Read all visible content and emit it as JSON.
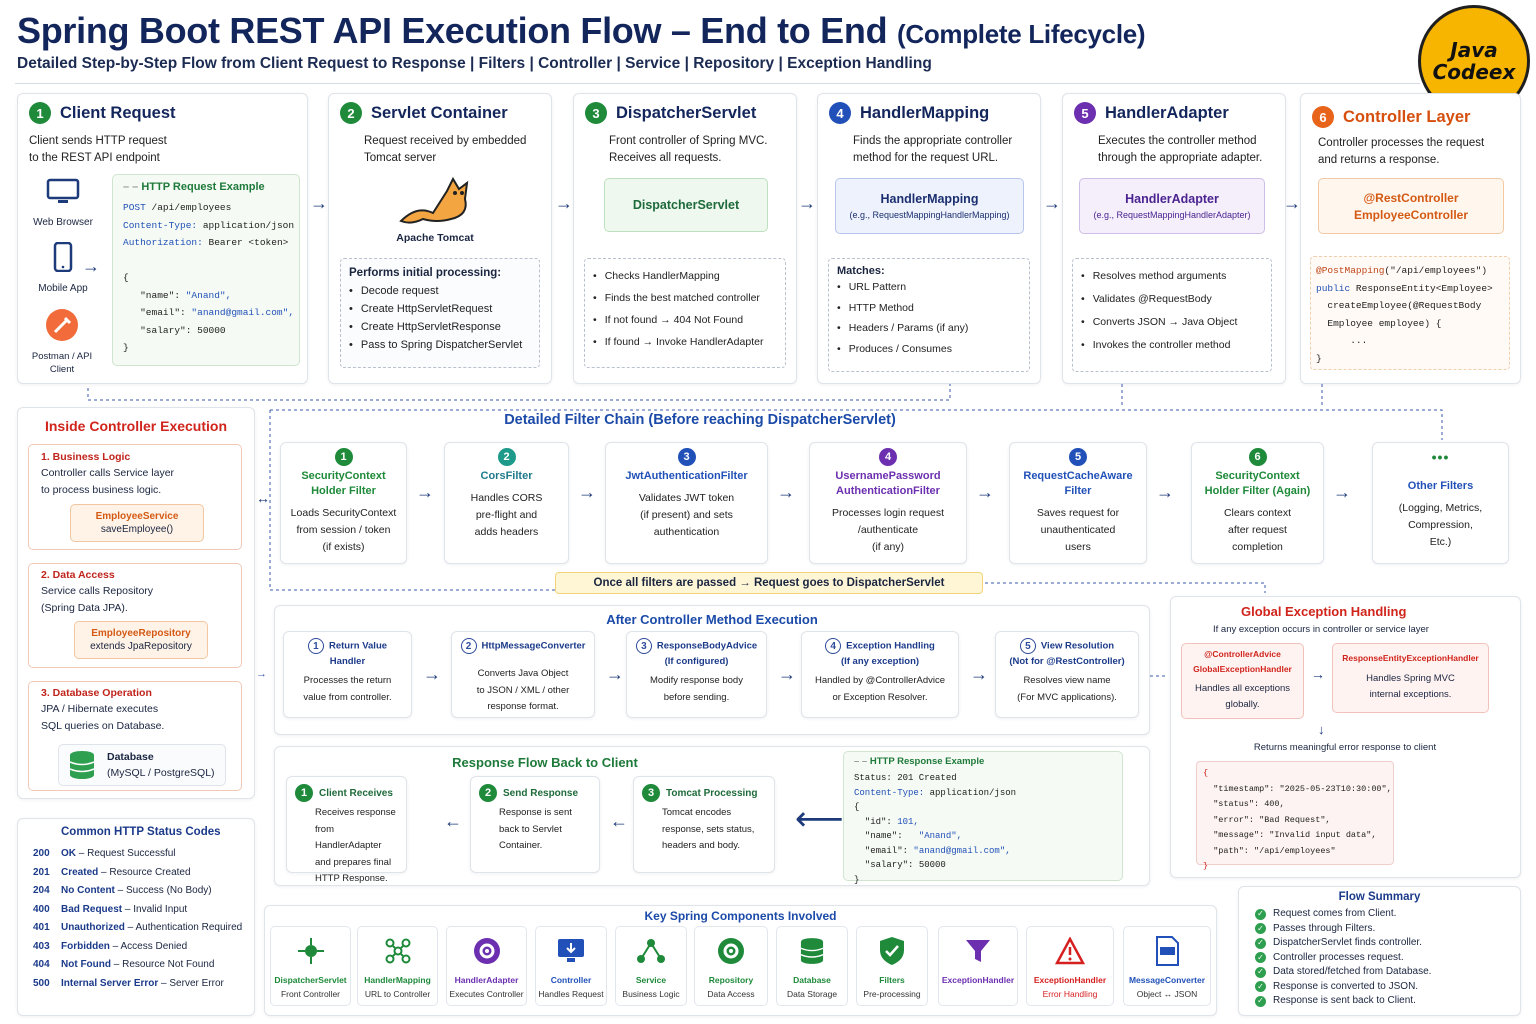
{
  "header": {
    "title_main": "Spring Boot REST API Execution Flow – End to End",
    "title_paren": "(Complete Lifecycle)",
    "subtitle": "Detailed Step-by-Step Flow from Client Request to Response | Filters  |  Controller  |  Service | Repository   |   Exception Handling",
    "logo_line1": "Java",
    "logo_line2": "Codeex"
  },
  "steps": [
    {
      "num": "1",
      "title": "Client Request",
      "desc1": "Client sends HTTP request",
      "desc2": "to the REST API endpoint",
      "color": "#1e8a3a"
    },
    {
      "num": "2",
      "title": "Servlet Container",
      "desc1": "Request received by embedded",
      "desc2": "Tomcat server",
      "color": "#1e8a3a"
    },
    {
      "num": "3",
      "title": "DispatcherServlet",
      "desc1": "Front controller of Spring MVC.",
      "desc2": "Receives all requests.",
      "color": "#1e8a3a"
    },
    {
      "num": "4",
      "title": "HandlerMapping",
      "desc1": "Finds the appropriate controller",
      "desc2": "method for the request URL.",
      "color": "#2151b8"
    },
    {
      "num": "5",
      "title": "HandlerAdapter",
      "desc1": "Executes the controller method",
      "desc2": "through the appropriate adapter.",
      "color": "#6b2fb0"
    },
    {
      "num": "6",
      "title": "Controller Layer",
      "desc1": "Controller processes the request",
      "desc2": "and returns a response.",
      "color": "#e8641a"
    }
  ],
  "client": {
    "devices": [
      "Web Browser",
      "Mobile App",
      "Postman / API Client"
    ],
    "example_title": "HTTP Request Example",
    "line1_method": "POST",
    "line1_path": " /api/employees",
    "line2_key": "Content-Type:",
    "line2_val": " application/json",
    "line3_key": "Authorization:",
    "line3_val": " Bearer <token>",
    "json_open": "{",
    "name_key": "\"name\": ",
    "name_val": "\"Anand\",",
    "email_key": "\"email\": ",
    "email_val": "\"anand@gmail.com\",",
    "salary_key": "\"salary\": ",
    "salary_val": "50000",
    "json_close": "}"
  },
  "servlet": {
    "tomcat_label": "Apache Tomcat",
    "proc_title": "Performs initial processing:",
    "items": [
      "Decode request",
      "Create HttpServletRequest",
      "Create HttpServletResponse",
      "Pass to Spring DispatcherServlet"
    ]
  },
  "dispatcher": {
    "box": "DispatcherServlet",
    "items": [
      "Checks HandlerMapping",
      "Finds the best matched controller",
      "If not found → 404 Not Found",
      "If found → Invoke HandlerAdapter"
    ]
  },
  "mapping": {
    "box_title": "HandlerMapping",
    "box_sub": "(e.g., RequestMappingHandlerMapping)",
    "matches": "Matches:",
    "items": [
      "URL Pattern",
      "HTTP Method",
      "Headers / Params (if any)",
      "Produces / Consumes"
    ]
  },
  "adapter": {
    "box_title": "HandlerAdapter",
    "box_sub": "(e.g., RequestMappingHandlerAdapter)",
    "items": [
      "Resolves method arguments",
      "Validates @RequestBody",
      "Converts JSON → Java Object",
      "Invokes the controller method"
    ]
  },
  "controller": {
    "box1": "@RestController",
    "box2": "EmployeeController",
    "code1a": "@PostMapping",
    "code1b": "(\"/api/employees\")",
    "code2a": "public",
    "code2b": " ResponseEntity<Employee>",
    "code3": "  createEmployee(@RequestBody",
    "code4": "  Employee employee) {",
    "code5": "      ...",
    "code6": "}"
  },
  "inside": {
    "title": "Inside Controller Execution",
    "s1_title": "1. Business Logic",
    "s1_d1": "Controller calls Service layer",
    "s1_d2": "to process business logic.",
    "s1_box1": "EmployeeService",
    "s1_box2": "saveEmployee()",
    "s2_title": "2. Data Access",
    "s2_d1": "Service calls Repository",
    "s2_d2": "(Spring Data JPA).",
    "s2_box1": "EmployeeRepository",
    "s2_box2": "extends JpaRepository",
    "s3_title": "3. Database Operation",
    "s3_d1": "JPA / Hibernate executes",
    "s3_d2": "SQL queries on Database.",
    "db1": "Database",
    "db2": "(MySQL / PostgreSQL)"
  },
  "filters": {
    "title": "Detailed Filter Chain (Before reaching DispatcherServlet)",
    "items": [
      {
        "num": "1",
        "t1": "SecurityContext",
        "t2": "Holder Filter",
        "d1": "Loads SecurityContext",
        "d2": "from session / token",
        "d3": "(if exists)",
        "color": "#1e8a3a",
        "tc": "#1e8a3a"
      },
      {
        "num": "2",
        "t1": "CorsFilter",
        "t2": "",
        "d1": "Handles CORS",
        "d2": "pre-flight and",
        "d3": "adds headers",
        "color": "#1e9a8a",
        "tc": "#1e7a8a"
      },
      {
        "num": "3",
        "t1": "JwtAuthenticationFilter",
        "t2": "",
        "d1": "Validates JWT token",
        "d2": "(if present) and sets",
        "d3": "authentication",
        "color": "#2151b8",
        "tc": "#2151b8"
      },
      {
        "num": "4",
        "t1": "UsernamePassword",
        "t2": "AuthenticationFilter",
        "d1": "Processes login request",
        "d2": "/authenticate",
        "d3": "(if any)",
        "color": "#6b2fb0",
        "tc": "#6b2fb0"
      },
      {
        "num": "5",
        "t1": "RequestCacheAware",
        "t2": "Filter",
        "d1": "Saves request for",
        "d2": "unauthenticated",
        "d3": "users",
        "color": "#2151b8",
        "tc": "#2151b8"
      },
      {
        "num": "6",
        "t1": "SecurityContext",
        "t2": "Holder Filter (Again)",
        "d1": "Clears context",
        "d2": "after request",
        "d3": "completion",
        "color": "#1e8a3a",
        "tc": "#1e8a3a"
      },
      {
        "num": "•••",
        "t1": "Other Filters",
        "t2": "",
        "d1": "(Logging, Metrics,",
        "d2": "Compression,",
        "d3": "Etc.)",
        "color": "#ffffff",
        "tc": "#2151b8"
      }
    ],
    "passed": "Once all filters are passed → Request goes to DispatcherServlet"
  },
  "after": {
    "title": "After Controller Method Execution",
    "items": [
      {
        "num": "1",
        "t1": "Return Value",
        "t2": "Handler",
        "d1": "Processes the return",
        "d2": "value from controller."
      },
      {
        "num": "2",
        "t1": "HttpMessageConverter",
        "t2": "",
        "d1": "Converts Java Object",
        "d2": "to JSON / XML / other",
        "d3": "response format."
      },
      {
        "num": "3",
        "t1": "ResponseBodyAdvice",
        "t2": "(If configured)",
        "d1": "Modify response body",
        "d2": "before sending."
      },
      {
        "num": "4",
        "t1": "Exception Handling",
        "t2": "(If any exception)",
        "d1": "Handled by @ControllerAdvice",
        "d2": "or Exception Resolver."
      },
      {
        "num": "5",
        "t1": "View Resolution",
        "t2": "(Not for @RestController)",
        "d1": "Resolves view name",
        "d2": "(For MVC applications)."
      }
    ]
  },
  "response": {
    "title": "Response Flow Back to Client",
    "items": [
      {
        "num": "1",
        "t": "Client Receives",
        "d1": "Receives response",
        "d2": "from HandlerAdapter",
        "d3": "and prepares final",
        "d4": "HTTP Response."
      },
      {
        "num": "2",
        "t": "Send Response",
        "d1": "Response is sent",
        "d2": "back to Servlet",
        "d3": "Container."
      },
      {
        "num": "3",
        "t": "Tomcat Processing",
        "d1": "Tomcat encodes",
        "d2": "response, sets status,",
        "d3": "headers and body."
      }
    ],
    "ex_title": "HTTP Response Example",
    "l1": "Status: 201 Created",
    "l2k": "Content-Type:",
    "l2v": " application/json",
    "l3": "{",
    "idk": "  \"id\": ",
    "idv": "101,",
    "nk": "  \"name\": ",
    "nv": "  \"Anand\",",
    "ek": "  \"email\": ",
    "ev": "\"anand@gmail.com\",",
    "sk": "  \"salary\": ",
    "sv": "50000",
    "l8": "}"
  },
  "global": {
    "title": "Global Exception Handling",
    "sub": "If any exception occurs in controller or service layer",
    "b1a": "@ControllerAdvice",
    "b1b": "GlobalExceptionHandler",
    "b1c": "Handles all exceptions",
    "b1d": "globally.",
    "b2a": "ResponseEntityExceptionHandler",
    "b2b": "Handles Spring MVC",
    "b2c": "internal exceptions.",
    "returns": "Returns meaningful error response to client",
    "j0": "{",
    "j1": "  \"timestamp\": \"2025-05-23T10:30:00\",",
    "j2": "  \"status\": 400,",
    "j3": "  \"error\": \"Bad Request\",",
    "j4": "  \"message\": \"Invalid input data\",",
    "j5": "  \"path\": \"/api/employees\"",
    "j6": "}"
  },
  "status": {
    "title": "Common HTTP Status Codes",
    "items": [
      {
        "code": "200",
        "name": "OK",
        "desc": "Request Successful"
      },
      {
        "code": "201",
        "name": "Created",
        "desc": "Resource Created"
      },
      {
        "code": "204",
        "name": "No Content",
        "desc": "Success (No Body)"
      },
      {
        "code": "400",
        "name": "Bad Request",
        "desc": "Invalid Input"
      },
      {
        "code": "401",
        "name": "Unauthorized",
        "desc": "Authentication Required"
      },
      {
        "code": "403",
        "name": "Forbidden",
        "desc": "Access Denied"
      },
      {
        "code": "404",
        "name": "Not Found",
        "desc": "Resource Not Found"
      },
      {
        "code": "500",
        "name": "Internal Server Error",
        "desc": "Server Error"
      }
    ]
  },
  "components": {
    "title": "Key Spring Components Involved",
    "items": [
      {
        "n": "DispatcherServlet",
        "d": "Front Controller",
        "color": "#1e8a3a",
        "icon": "hub-icon"
      },
      {
        "n": "HandlerMapping",
        "d": "URL to Controller",
        "color": "#1e8a3a",
        "icon": "network-icon"
      },
      {
        "n": "HandlerAdapter",
        "d": "Executes Controller",
        "color": "#6b2fb0",
        "icon": "gear-icon"
      },
      {
        "n": "Controller",
        "d": "Handles Request",
        "color": "#2151b8",
        "icon": "monitor-icon"
      },
      {
        "n": "Service",
        "d": "Business Logic",
        "color": "#1e8a3a",
        "icon": "share-icon"
      },
      {
        "n": "Repository",
        "d": "Data Access",
        "color": "#1e8a3a",
        "icon": "gear-icon"
      },
      {
        "n": "Database",
        "d": "Data Storage",
        "color": "#1e8a3a",
        "icon": "database-icon"
      },
      {
        "n": "Filters",
        "d": "Pre-processing",
        "color": "#1e8a3a",
        "icon": "shield-icon"
      },
      {
        "n": "ExceptionHandler",
        "d": "",
        "color": "#6b2fb0",
        "icon": "funnel-icon"
      },
      {
        "n": "ExceptionHandler",
        "d": "Error Handling",
        "color": "#d62020",
        "icon": "warning-icon"
      },
      {
        "n": "MessageConverter",
        "d": "Object ↔ JSON",
        "color": "#2151b8",
        "icon": "json-file-icon"
      }
    ]
  },
  "summary": {
    "title": "Flow Summary",
    "items": [
      "Request comes from Client.",
      "Passes through Filters.",
      "DispatcherServlet finds controller.",
      "Controller processes request.",
      "Data stored/fetched from Database.",
      "Response is converted to JSON.",
      "Response is sent back to Client."
    ]
  }
}
